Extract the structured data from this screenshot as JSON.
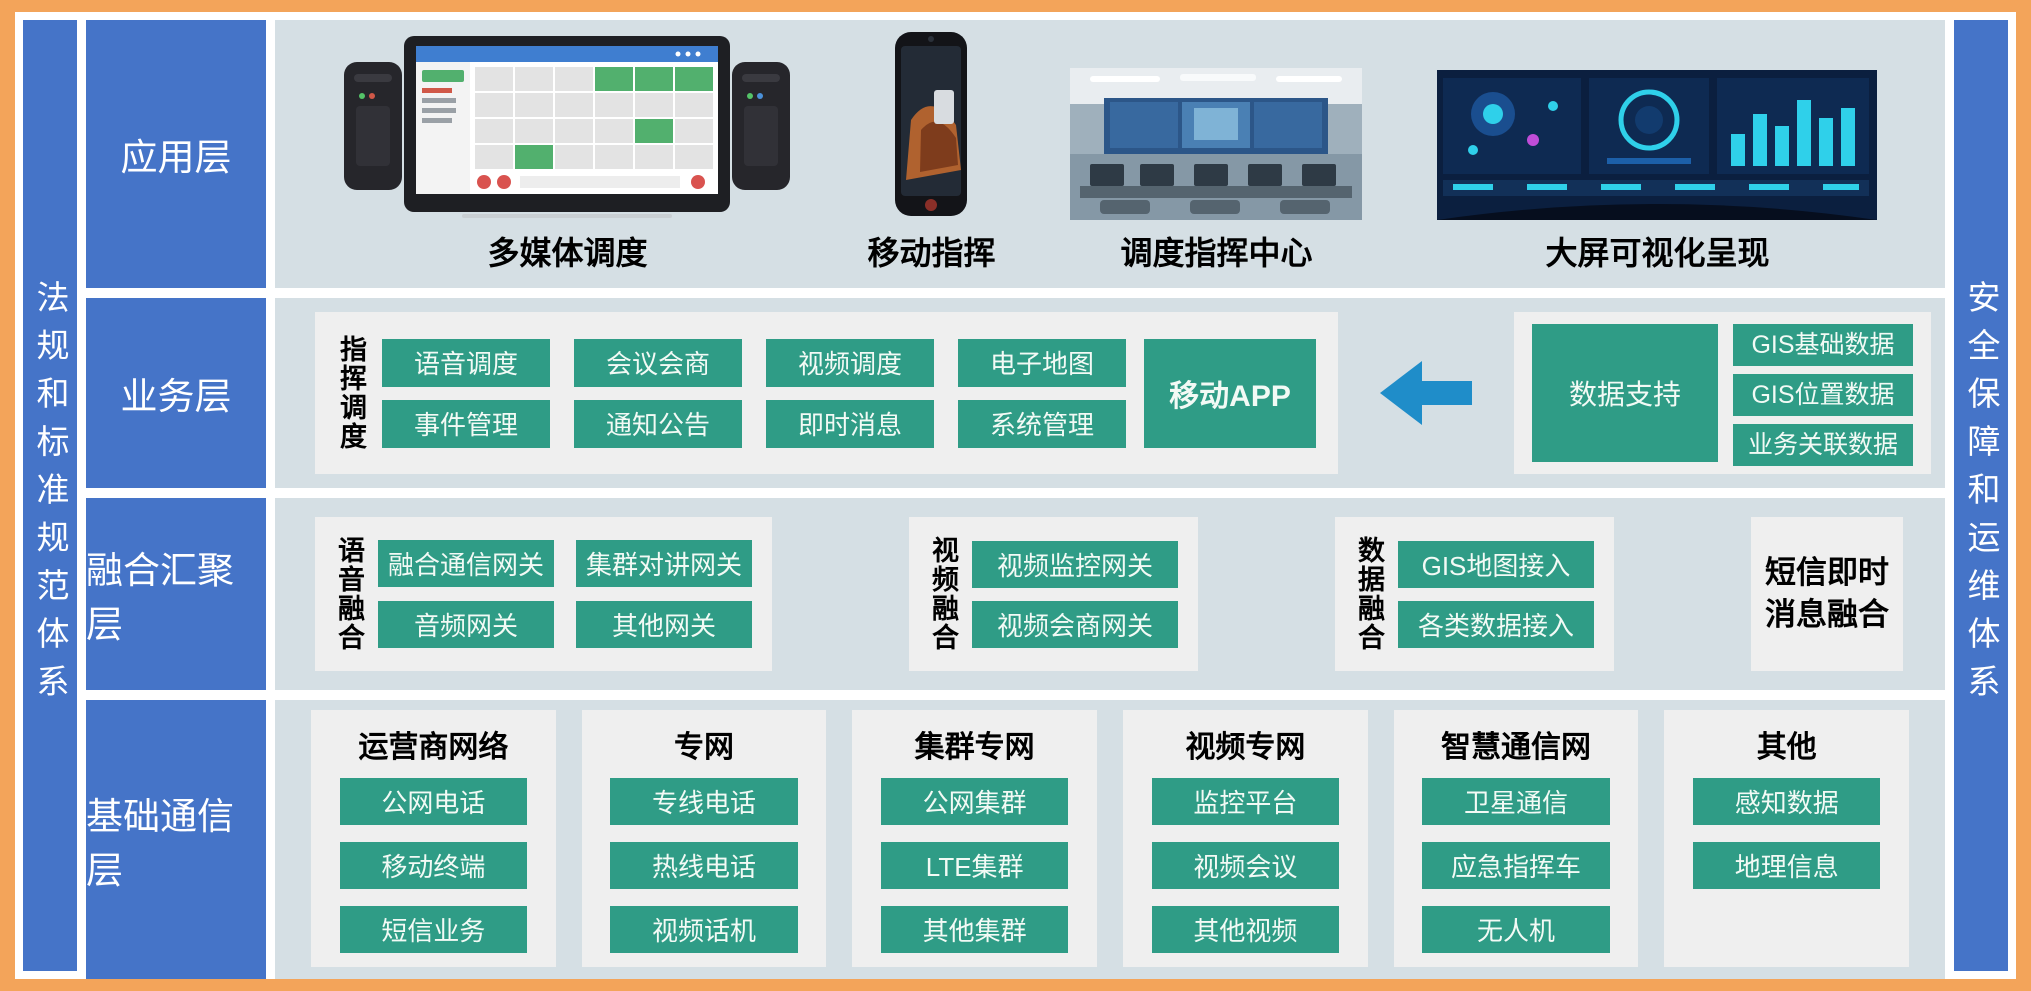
{
  "sidebars": {
    "left": "法规和标准规范体系",
    "right": "安全保障和运维体系"
  },
  "colors": {
    "frame_orange": "#F3A45A",
    "blue": "#4574C8",
    "row_background": "#D5DFE4",
    "inner_panel": "#EFEFEF",
    "node_green": "#2F9C86",
    "arrow_blue": "#1F8DC9"
  },
  "layers": {
    "application": {
      "label": "应用层",
      "items": [
        {
          "caption": "多媒体调度",
          "image": "dispatch-console"
        },
        {
          "caption": "移动指挥",
          "image": "smartphone"
        },
        {
          "caption": "调度指挥中心",
          "image": "control-room"
        },
        {
          "caption": "大屏可视化呈现",
          "image": "video-wall"
        }
      ]
    },
    "business": {
      "label": "业务层",
      "command": {
        "group_label": "指挥调度",
        "buttons": [
          "语音调度",
          "会议会商",
          "视频调度",
          "电子地图",
          "事件管理",
          "通知公告",
          "即时消息",
          "系统管理"
        ],
        "app_button": "移动APP"
      },
      "data_support": {
        "main_box": "数据支持",
        "buttons": [
          "GIS基础数据",
          "GIS位置数据",
          "业务关联数据"
        ]
      }
    },
    "fusion": {
      "label": "融合汇聚层",
      "voice": {
        "group_label": "语音融合",
        "buttons": [
          "融合通信网关",
          "集群对讲网关",
          "音频网关",
          "其他网关"
        ]
      },
      "video": {
        "group_label": "视频融合",
        "buttons": [
          "视频监控网关",
          "视频会商网关"
        ]
      },
      "data": {
        "group_label": "数据融合",
        "buttons": [
          "GIS地图接入",
          "各类数据接入"
        ]
      },
      "sms": {
        "group_label": "短信即时消息融合"
      }
    },
    "base": {
      "label": "基础通信层",
      "columns": [
        {
          "header": "运营商网络",
          "buttons": [
            "公网电话",
            "移动终端",
            "短信业务"
          ]
        },
        {
          "header": "专网",
          "buttons": [
            "专线电话",
            "热线电话",
            "视频话机"
          ]
        },
        {
          "header": "集群专网",
          "buttons": [
            "公网集群",
            "LTE集群",
            "其他集群"
          ]
        },
        {
          "header": "视频专网",
          "buttons": [
            "监控平台",
            "视频会议",
            "其他视频"
          ]
        },
        {
          "header": "智慧通信网",
          "buttons": [
            "卫星通信",
            "应急指挥车",
            "无人机"
          ]
        },
        {
          "header": "其他",
          "buttons": [
            "感知数据",
            "地理信息"
          ]
        }
      ]
    }
  }
}
